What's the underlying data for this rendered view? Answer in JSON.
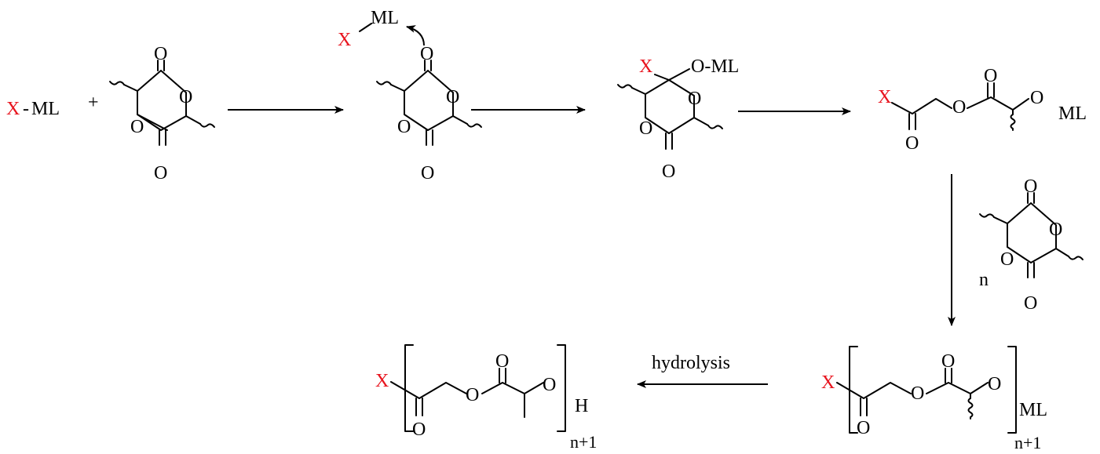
{
  "reagent": {
    "x_label": "X",
    "ml_label": "ML",
    "dash": "-",
    "plus": "+"
  },
  "atoms": {
    "O": "O",
    "H": "H"
  },
  "coordination": {
    "x_label": "X",
    "ml_label": "ML"
  },
  "intermediate": {
    "x_label": "X",
    "oml_label": "O-ML"
  },
  "open_chain": {
    "x_label": "X",
    "ml_label": "ML"
  },
  "monomer_equiv": {
    "label": "n"
  },
  "polymer_metal": {
    "x_label": "X",
    "ml_label": "ML",
    "subscript": "n+1"
  },
  "polymer_final": {
    "x_label": "X",
    "end_label": "H",
    "subscript": "n+1"
  },
  "arrows": {
    "hydrolysis_label": "hydrolysis"
  },
  "colors": {
    "substituent": "#e8141e",
    "line": "#000000"
  }
}
